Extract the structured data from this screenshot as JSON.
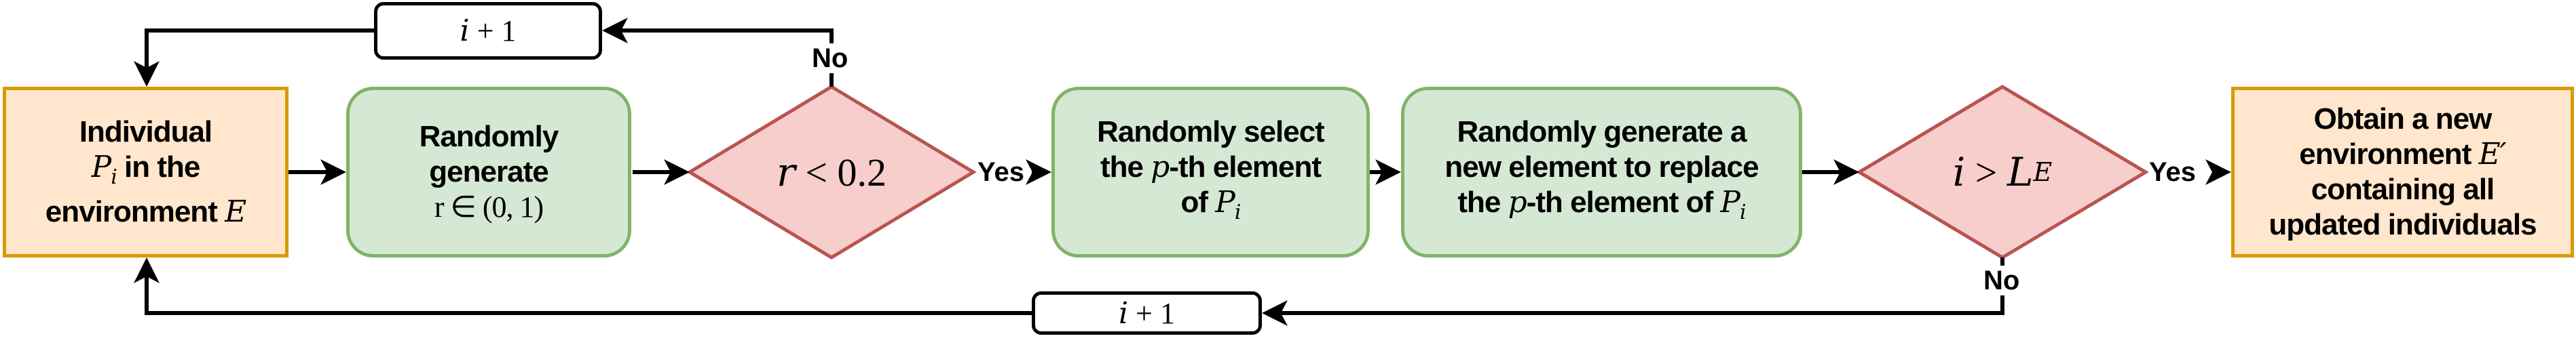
{
  "colors": {
    "start_fill": "#ffe6cc",
    "start_stroke": "#d79b00",
    "process_fill": "#d5e8d4",
    "process_stroke": "#82b366",
    "decision_fill": "#f8cecc",
    "decision_stroke": "#b85450",
    "line": "#000000"
  },
  "nodes": {
    "start": {
      "l1": "Individual",
      "l2_var": "P",
      "l2_sub": "i",
      "l2_text": " in the",
      "l3_text": "environment ",
      "l3_var": "E"
    },
    "gen_r": {
      "l1": "Randomly",
      "l2": "generate",
      "l3_math": "r ∈ (0, 1)"
    },
    "dec1": {
      "var": "r",
      "op": " < ",
      "num": "0.2"
    },
    "select": {
      "l1": "Randomly select",
      "l2_a": "the ",
      "l2_var": "p",
      "l2_b": "-th element",
      "l3_a": "of ",
      "l3_var": "P",
      "l3_sub": "i"
    },
    "replace": {
      "l1": "Randomly generate a",
      "l2": "new element to replace",
      "l3_a": "the ",
      "l3_var": "p",
      "l3_b": "-th element of ",
      "l3_var2": "P",
      "l3_sub": "i"
    },
    "dec2": {
      "var": "i",
      "op": " > ",
      "var2": "L",
      "sub": "E"
    },
    "end": {
      "l1": "Obtain a new",
      "l2_text": "environment ",
      "l2_var": "E′",
      "l3": "containing all",
      "l4": "updated individuals"
    }
  },
  "steps": {
    "top": {
      "var": "i",
      "rest": " + 1"
    },
    "bottom": {
      "var": "i",
      "rest": " + 1"
    }
  },
  "labels": {
    "yes1": "Yes",
    "no1": "No",
    "yes2": "Yes",
    "no2": "No"
  }
}
